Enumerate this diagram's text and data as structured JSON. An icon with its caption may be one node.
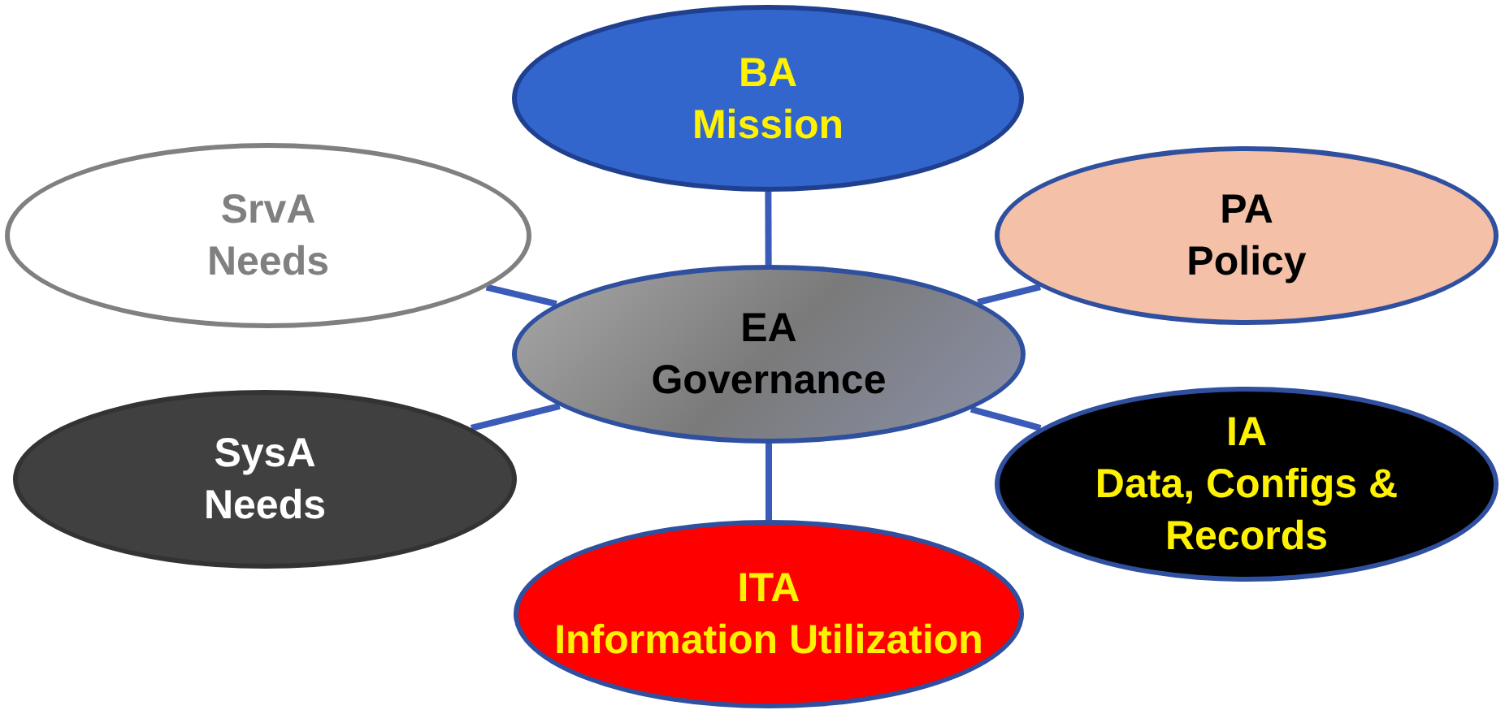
{
  "diagram": {
    "nodes": [
      {
        "text": [
          "BA",
          "Mission"
        ]
      },
      {
        "text": [
          "SrvA",
          "Needs"
        ]
      },
      {
        "text": [
          "PA",
          "Policy"
        ]
      },
      {
        "text": [
          "EA",
          "Governance"
        ]
      },
      {
        "text": [
          "SysA",
          "Needs"
        ]
      },
      {
        "text": [
          "IA",
          "Data, Configs & Records"
        ]
      },
      {
        "text": [
          "ITA",
          "Information Utilization"
        ]
      }
    ],
    "edges": [
      {
        "from": 3,
        "to": 0,
        "arrow": "none"
      },
      {
        "from": 3,
        "to": 1,
        "arrow": "none"
      },
      {
        "from": 3,
        "to": 2,
        "arrow": "none"
      },
      {
        "from": 3,
        "to": 4,
        "arrow": "none"
      },
      {
        "from": 3,
        "to": 5,
        "arrow": "none"
      },
      {
        "from": 3,
        "to": 6,
        "arrow": "none"
      }
    ]
  }
}
